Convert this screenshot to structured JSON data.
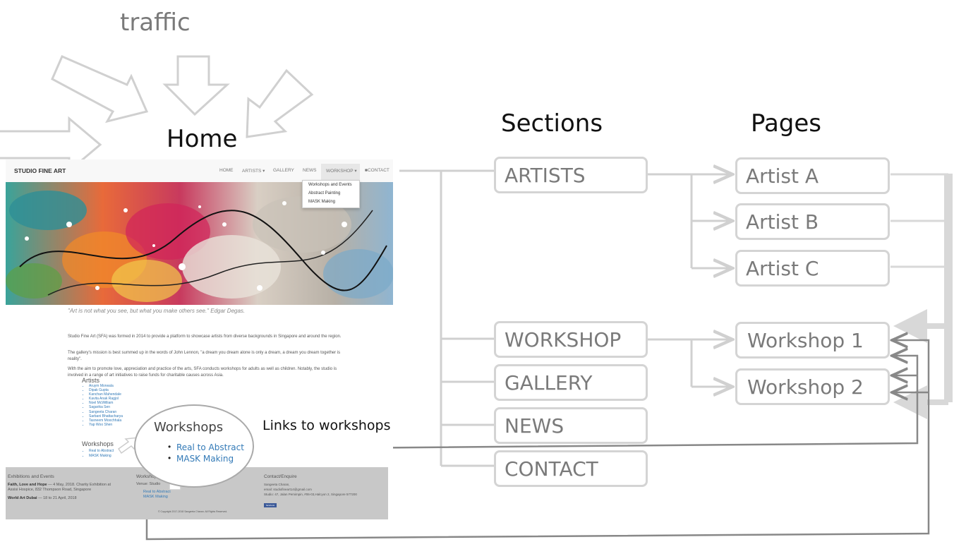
{
  "labels": {
    "traffic": "traffic",
    "home": "Home",
    "sections": "Sections",
    "pages": "Pages",
    "links_to_workshops": "Links to workshops"
  },
  "sections": [
    "ARTISTS",
    "WORKSHOP",
    "GALLERY",
    "NEWS",
    "CONTACT"
  ],
  "pages": [
    "Artist A",
    "Artist B",
    "Artist C",
    "Workshop 1",
    "Workshop 2"
  ],
  "site": {
    "brand": "STUDIO FINE ART",
    "nav": [
      "HOME",
      "ARTISTS ▾",
      "GALLERY",
      "NEWS",
      "WORKSHOP ▾",
      "CONTACT"
    ],
    "dropdown": [
      "Workshops and Events",
      "Abstract Painting",
      "MASK Making"
    ],
    "quote": "\"Art is not what you see, but what you make others see.\" Edgar Degas.",
    "paragraphs": [
      "Studio Fine Art (SFA) was formed in 2014 to provide a platform to showcase artists from diverse backgrounds in Singapore and around the region.",
      "The gallery's mission is best summed up in the words of John Lennon, \"a dream you dream alone is only a dream, a dream you dream together is reality\".",
      "With the aim to promote love, appreciation and practice of the arts, SFA conducts workshops for adults as well as children. Notably, the studio is involved in a range of art initiatives to raise funds for charitable causes across Asia."
    ],
    "artists_heading": "Artists",
    "artists": [
      "Aruym Morwala",
      "Dipak Gupta",
      "Kanchan Mahendale",
      "Kavita Anak Ragjol",
      "Noel McWilliam",
      "Sagarika Sen",
      "Sangeeta Charan",
      "Sarbani Bhattacharya",
      "Tasneem Moochhala",
      "Yap Woo Shen"
    ],
    "workshops_heading": "Workshops",
    "workshops": [
      "Real to Abstract",
      "MASK Making"
    ],
    "footer": {
      "col1_title": "Exhibitions and Events",
      "col1_event1_bold": "Faith, Love and Hope",
      "col1_event1_text": " — 4 May, 2018. Charity Exhibition at Assisi Hospice, 832 Thompson Road, Singapore",
      "col1_event2_bold": "World Art Dubai",
      "col1_event2_text": " — 18 to 21 April, 2018",
      "col2_title": "Workshops",
      "col2_venue": "Venue: Studio",
      "col2_links": [
        "Real to Abstract",
        "MASK Making"
      ],
      "col3_title": "Contact/Enquire",
      "col3_name": "Sangeeta Charan,",
      "col3_email": "email: studiofineart14@gmail.com",
      "col3_address": "Studio: 47, Jalan Pemimpin, #06-03,Halcyon 2, Singapore 577200",
      "facebook": "facebook",
      "copyright": "© Copyright 2017-2018 Sangeeta Charan. All Rights Reserved."
    }
  },
  "callout": {
    "title": "Workshops",
    "links": [
      "Real to Abstract",
      "MASK Making"
    ]
  },
  "colors": {
    "box_border": "#d4d4d4",
    "box_text": "#7a7a7a",
    "connector": "#d0d0d0",
    "link": "#337ab7",
    "back_link": "#888888"
  }
}
